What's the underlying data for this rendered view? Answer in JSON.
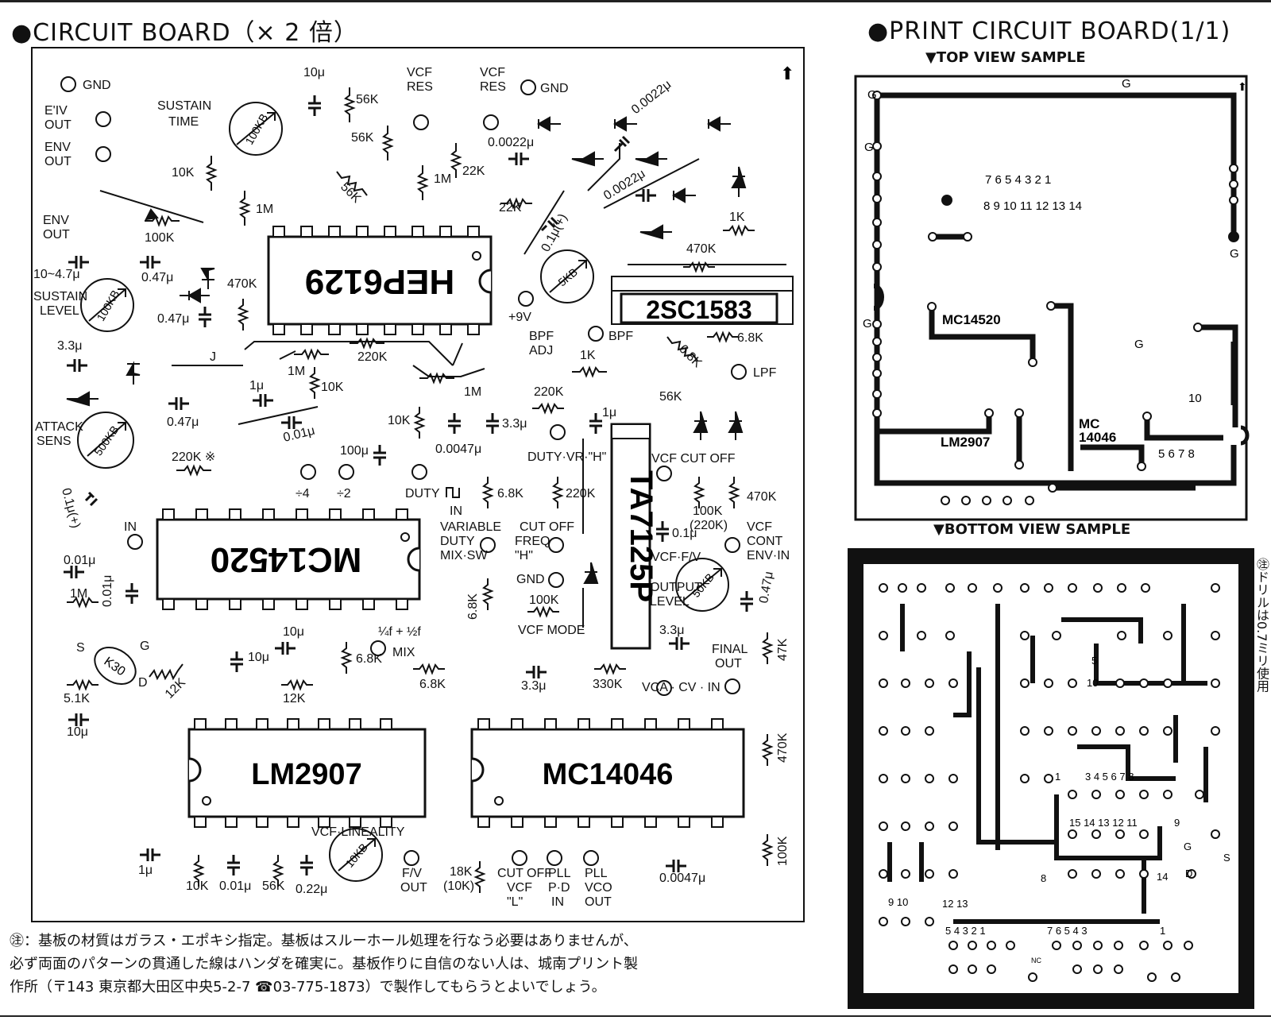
{
  "header": {
    "left_title": "●CIRCUIT BOARD（× 2 倍）",
    "right_title": "●PRINT CIRCUIT BOARD(1/1)",
    "top_view_label": "▼TOP VIEW SAMPLE",
    "bottom_view_label": "▼BOTTOM VIEW SAMPLE"
  },
  "chips": {
    "hep6129": "HEP6129",
    "sc1583": "2SC1583",
    "mc14520": "MC14520",
    "ta7125p": "TA7125P",
    "lm2907": "LM2907",
    "mc14046": "MC14046"
  },
  "labels": {
    "gnd1": "GND",
    "env_out1": "E'IV",
    "env_out1b": "OUT",
    "env_out2": "ENV",
    "env_out2b": "OUT",
    "sustain_time": "SUSTAIN",
    "sustain_time_b": "TIME",
    "c10u": "10μ",
    "r56k": "56K",
    "r56k2": "56K",
    "vcf_res1": "VCF",
    "vcf_res1b": "RES",
    "vcf_res2": "VCF",
    "vcf_res2b": "RES",
    "gnd2": "GND",
    "c0022_1": "0.0022μ",
    "c0022_2": "0.0022μ",
    "c0022_3": "0.0022μ",
    "r10k": "10K",
    "r1m": "1M",
    "r22k": "22K",
    "r22k2": "22K",
    "r1m2": "1M",
    "pot56k": "56K",
    "pot100kb": "100KB",
    "r1k": "1K",
    "r470k": "470K",
    "r100k": "100K",
    "env_out3": "ENV",
    "env_out3b": "OUT",
    "c10_47": "10~4.7μ",
    "c047": "0.47μ",
    "c047b": "0.47μ",
    "r470k2": "470K",
    "sustain_level": "SUSTAIN",
    "sustain_level_b": "LEVEL",
    "c01u": "0.1μ(+)",
    "p5kb": "5KB",
    "v9": "+9V",
    "bpf_adj": "BPF",
    "bpf_adj_b": "ADJ",
    "bpf": "BPF",
    "r1k2": "1K",
    "r68k": "6.8K",
    "r68k2": "6.8K",
    "lpf": "LPF",
    "c33u": "3.3μ",
    "j": "J",
    "r1m3": "1M",
    "r10k2": "10K",
    "r220k": "220K",
    "r1m4": "1M",
    "c1u": "1μ",
    "c047c": "0.47μ",
    "c001u": "0.01μ",
    "attack": "ATTACK",
    "attack_b": "SENS",
    "p500kb": "500KB",
    "r220kx": "220K ※",
    "c100u": "100μ",
    "div4": "÷4",
    "div2": "÷2",
    "duty": "DUTY",
    "in_lbl": "IN",
    "r10k3": "10K",
    "c0047": "0.0047μ",
    "c33u2": "3.3μ",
    "r220k2": "220K",
    "c1u2": "1μ",
    "r56k3": "56K",
    "duty_vr": "DUTY·VR·\"H\"",
    "vcf_cutoff": "VCF CUT OFF",
    "r68k3": "6.8K",
    "r220k3": "220K",
    "r100k2": "100K",
    "r220k4": "(220K)",
    "r470k3": "470K",
    "variable": "VARIABLE",
    "duty2": "DUTY",
    "mix_sw": "MIX·SW",
    "cutoff": "CUT OFF",
    "freq": "FREQ",
    "freq_h": "\"H\"",
    "in2": "IN",
    "c01u2": "0.1μ",
    "vcf_cont": "VCF",
    "vcf_cont_b": "CONT",
    "vcf_cont_c": "ENV·IN",
    "vcf_fv": "VCF·F/V",
    "c001u2": "0.01μ",
    "c001u3": "0.01μ",
    "r1m5": "1M",
    "c01u3": "0.1μ(+)",
    "in3": "IN",
    "gnd3": "GND",
    "r100k3": "100K",
    "vcf_mode": "VCF MODE",
    "r68k4": "6.8K",
    "output_level": "OUTPUT",
    "output_level_b": "LEVEL",
    "p50kb": "50KB",
    "c047d": "0.47μ",
    "s": "S",
    "g": "G",
    "d": "D",
    "k30": "K30",
    "r12k": "12K",
    "c10u2": "10μ",
    "c10u3": "10μ",
    "mix": "MIX",
    "quarter": "¼f + ½f",
    "r12k2": "12K",
    "r68k5": "6.8K",
    "r68k6": "6.8K",
    "c33u3": "3.3μ",
    "c33u4": "3.3μ",
    "r330k": "330K",
    "vca": "VCA · CV · IN",
    "final": "FINAL",
    "final_b": "OUT",
    "r47k": "47K",
    "r51k": "5.1K",
    "c10u4": "10μ",
    "r470k4": "470K",
    "r100k4": "100K",
    "vcf_lin": "VCF·LINEALITY",
    "c1u3": "1μ",
    "r10k4": "10K",
    "c001u4": "0.01μ",
    "r56k4": "56K",
    "c022": "0.22μ",
    "p10kb": "10KB",
    "fv_out": "F/V",
    "fv_out_b": "OUT",
    "r18k": "18K",
    "r18k_b": "(10K)",
    "cutoff2": "CUT OFF",
    "cutoff2_b": "VCF",
    "cutoff2_c": "\"L\"",
    "pll_pd": "PLL",
    "pll_pd_b": "P·D",
    "pll_pd_c": "IN",
    "pll_vco": "PLL",
    "pll_vco_b": "VCO",
    "pll_vco_c": "OUT",
    "c0047b": "0.0047μ"
  },
  "top_view": {
    "g1": "G",
    "g2": "G",
    "g3": "G",
    "g4": "G",
    "g5": "G",
    "g6": "G",
    "pins_top": "7 6 5 4 3 2 1",
    "pins_bot": "8 9 10 11 12 13 14",
    "mc14520": "MC14520",
    "lm2907": "LM2907",
    "mc14046": "MC",
    "mc14046b": "14046",
    "n10": "10",
    "pins5678": "5 6 7 8"
  },
  "bottom_view": {
    "n5": "5",
    "n10": "10",
    "n1": "1",
    "pins": "3 4 5 6 7 8",
    "pins2": "15 14 13 12 11",
    "n9": "9",
    "g": "G",
    "s": "S",
    "d": "D",
    "n14": "14",
    "n8": "8",
    "n910": "9 10",
    "n1213": "12 13",
    "row1": "5 4 3 2 1",
    "row2": "7 6 5 4 3",
    "n1b": "1",
    "nc": "NC"
  },
  "note": {
    "line1": "㊟：基板の材質はガラス・エポキシ指定。基板はスルーホール処理を行なう必要はありませんが、",
    "line2": "必ず両面のパターンの貫通した線はハンダを確実に。基板作りに自信のない人は、城南プリント製",
    "line3": "作所（〒143 東京都大田区中央5-2-7 ☎03-775-1873）で製作してもらうとよいでしょう。"
  },
  "side_note": "㊟ドリルは0.7ミリ使用"
}
